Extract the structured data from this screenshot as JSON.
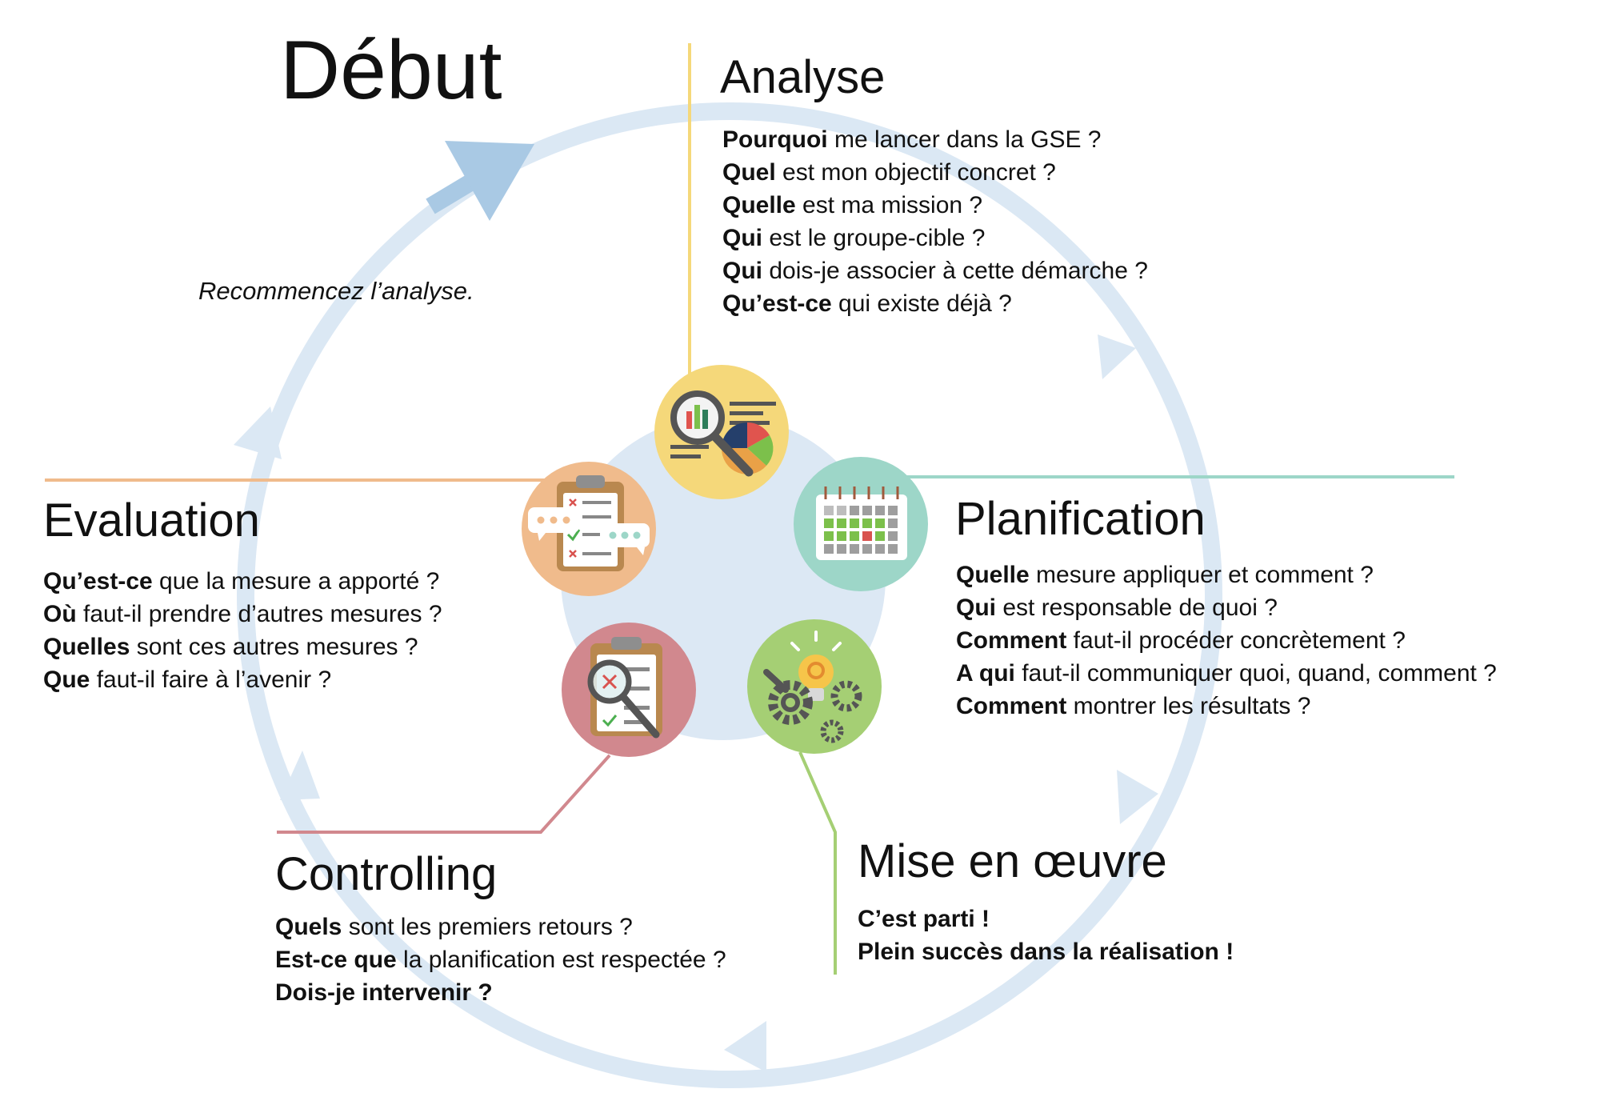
{
  "start": {
    "title": "Début",
    "note": "Recommencez l’analyse."
  },
  "colors": {
    "cycle": "#dbe8f4",
    "start_arrow": "#a9c9e4",
    "hub": "#dce8f4",
    "analyse": "#f5d87a",
    "planification": "#9dd6c8",
    "mise_en_oeuvre": "#a5cf74",
    "controlling": "#d1888e",
    "evaluation": "#f0bb8c"
  },
  "stages": {
    "analyse": {
      "title": "Analyse",
      "icon": "magnifier-chart-icon",
      "questions": [
        {
          "strong": "Pourquoi",
          "rest": " me lancer dans la GSE ?"
        },
        {
          "strong": "Quel",
          "rest": " est mon objectif  concret ?"
        },
        {
          "strong": "Quelle",
          "rest": " est ma mission ?"
        },
        {
          "strong": "Qui",
          "rest": " est le groupe-cible ?"
        },
        {
          "strong": "Qui",
          "rest": " dois-je associer à cette démarche ?"
        },
        {
          "strong": "Qu’est-ce",
          "rest": " qui existe déjà ?"
        }
      ]
    },
    "planification": {
      "title": "Planification",
      "icon": "calendar-icon",
      "questions": [
        {
          "strong": "Quelle",
          "rest": " mesure appliquer et comment ?"
        },
        {
          "strong": "Qui",
          "rest": " est responsable de quoi ?"
        },
        {
          "strong": "Comment",
          "rest": " faut-il procéder concrètement ?"
        },
        {
          "strong": "A qui",
          "rest": " faut-il communiquer quoi, quand, comment ?"
        },
        {
          "strong": "Comment",
          "rest": " montrer les résultats ?"
        }
      ]
    },
    "mise_en_oeuvre": {
      "title": "Mise en œuvre",
      "icon": "gears-lightbulb-icon",
      "lines": [
        "C’est parti !",
        "Plein succès dans la réalisation !"
      ]
    },
    "controlling": {
      "title": "Controlling",
      "icon": "clipboard-magnifier-icon",
      "questions": [
        {
          "strong": "Quels",
          "rest": " sont les premiers retours ?"
        },
        {
          "strong": "Est-ce que",
          "rest": " la planification est respectée ?"
        },
        {
          "strong": "Dois-je intervenir ?",
          "rest": ""
        }
      ]
    },
    "evaluation": {
      "title": "Evaluation",
      "icon": "clipboard-chat-icon",
      "questions": [
        {
          "strong": "Qu’est-ce",
          "rest": " que la mesure a apporté ?"
        },
        {
          "strong": "Où",
          "rest": " faut-il prendre d’autres mesures ?"
        },
        {
          "strong": "Quelles",
          "rest": " sont ces autres mesures ?"
        },
        {
          "strong": "Que",
          "rest": " faut-il faire à l’avenir ?"
        }
      ]
    }
  }
}
